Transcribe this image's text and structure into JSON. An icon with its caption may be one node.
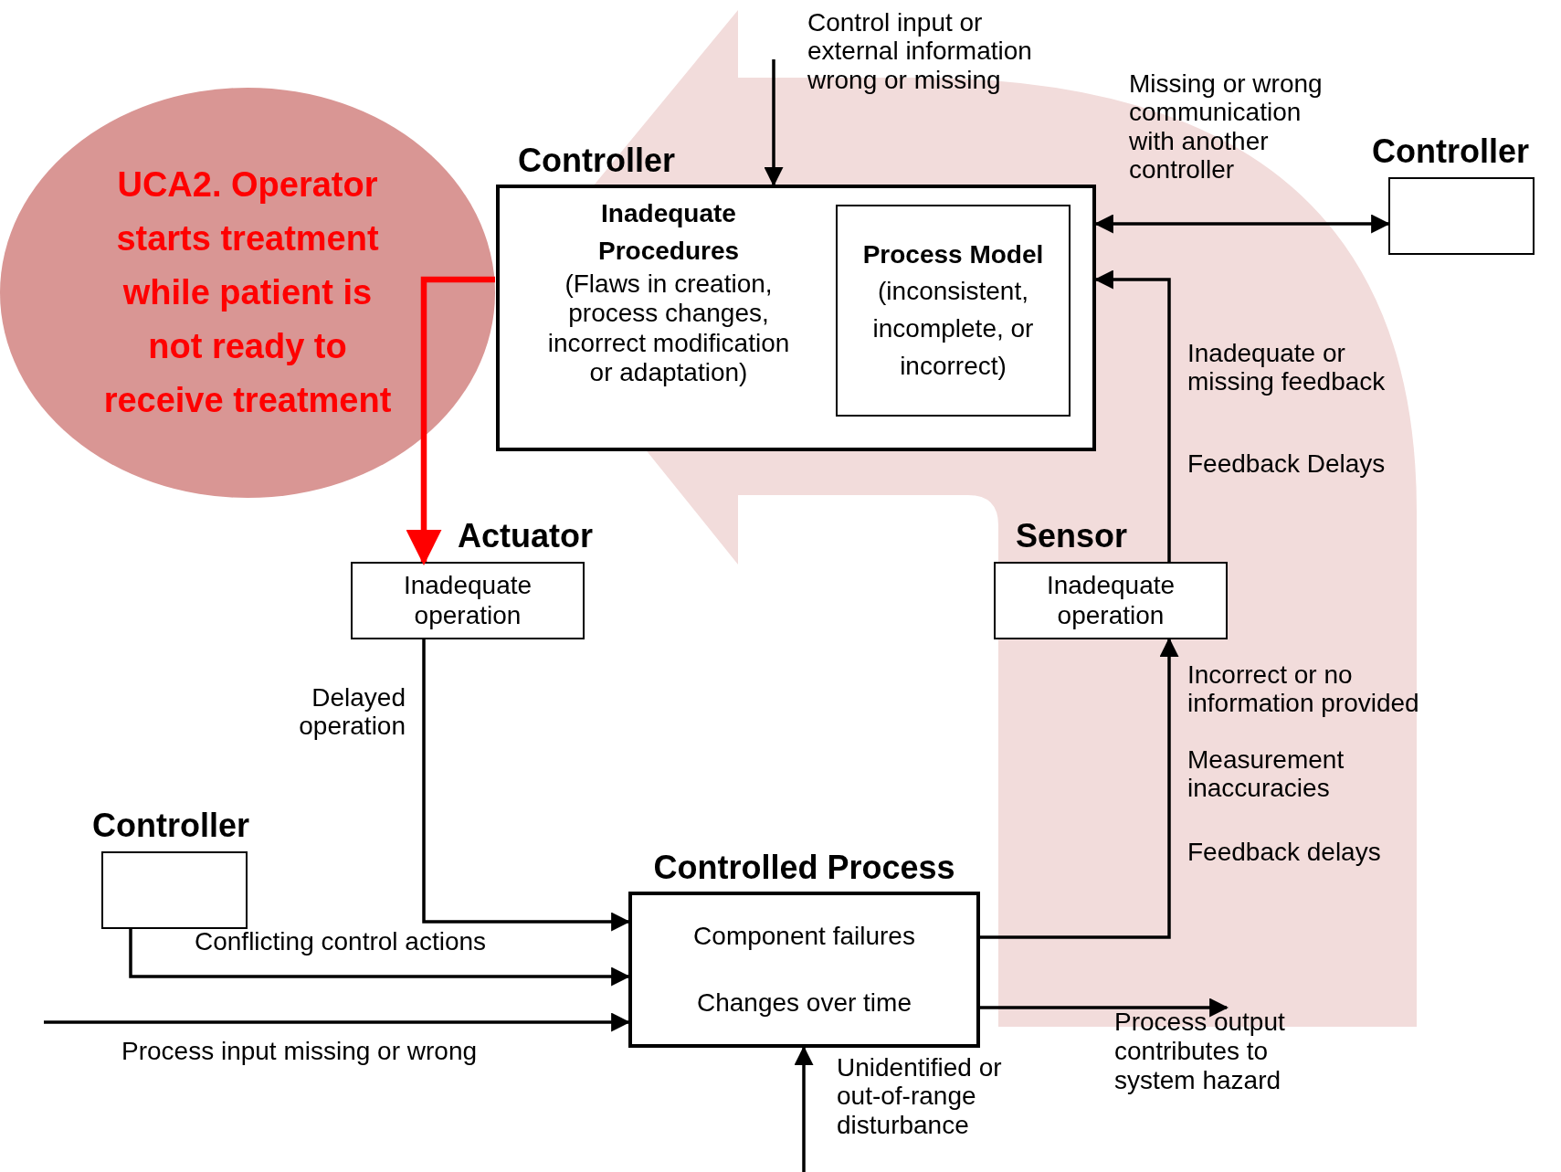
{
  "diagram": {
    "nodes": [
      {
        "text": [
          "UCA2. Operator starts treatment while patient is not ready to receive treatment"
        ]
      },
      {
        "text": [
          "Controller",
          "Inadequate Procedures",
          "(Flaws in creation, process changes, incorrect modification or adaptation)"
        ]
      },
      {
        "text": [
          "Process Model",
          "(inconsistent, incomplete, or incorrect)"
        ],
        "in": 1
      },
      {
        "text": [
          "Controller"
        ]
      },
      {
        "text": [
          "Actuator",
          "Inadequate operation"
        ]
      },
      {
        "text": [
          "Sensor",
          "Inadequate operation"
        ]
      },
      {
        "text": [
          "Controller"
        ]
      },
      {
        "text": [
          "Controlled Process",
          "Component failures",
          "Changes over time"
        ]
      },
      {
        "text": [
          "Process output contributes to system hazard"
        ]
      }
    ],
    "edges": [
      {
        "from": null,
        "to": 1,
        "arrow": "to"
      },
      {
        "from": 1,
        "to": 3,
        "arrow": "both"
      },
      {
        "from": 5,
        "to": 1,
        "arrow": "to"
      },
      {
        "from": 0,
        "to": 4,
        "arrow": "to",
        "style": "thick",
        "color": "#ff0000"
      },
      {
        "from": 4,
        "to": 7,
        "arrow": "to"
      },
      {
        "from": 6,
        "to": 7,
        "arrow": "to"
      },
      {
        "from": null,
        "to": 7,
        "arrow": "to"
      },
      {
        "from": 7,
        "to": 5,
        "arrow": "to"
      },
      {
        "from": 7,
        "to": 8,
        "arrow": "to"
      },
      {
        "from": null,
        "to": 7,
        "arrow": "to"
      }
    ],
    "labels": [
      "Control input or external information wrong or missing",
      "Missing or wrong communication with another controller",
      "Inadequate or missing feedback",
      "Feedback Delays",
      "Delayed operation",
      "Incorrect or no information provided",
      "Measurement inaccuracies",
      "Feedback delays",
      "Conflicting control actions",
      "Process input missing or wrong",
      "Unidentified or out-of-range disturbance"
    ]
  }
}
